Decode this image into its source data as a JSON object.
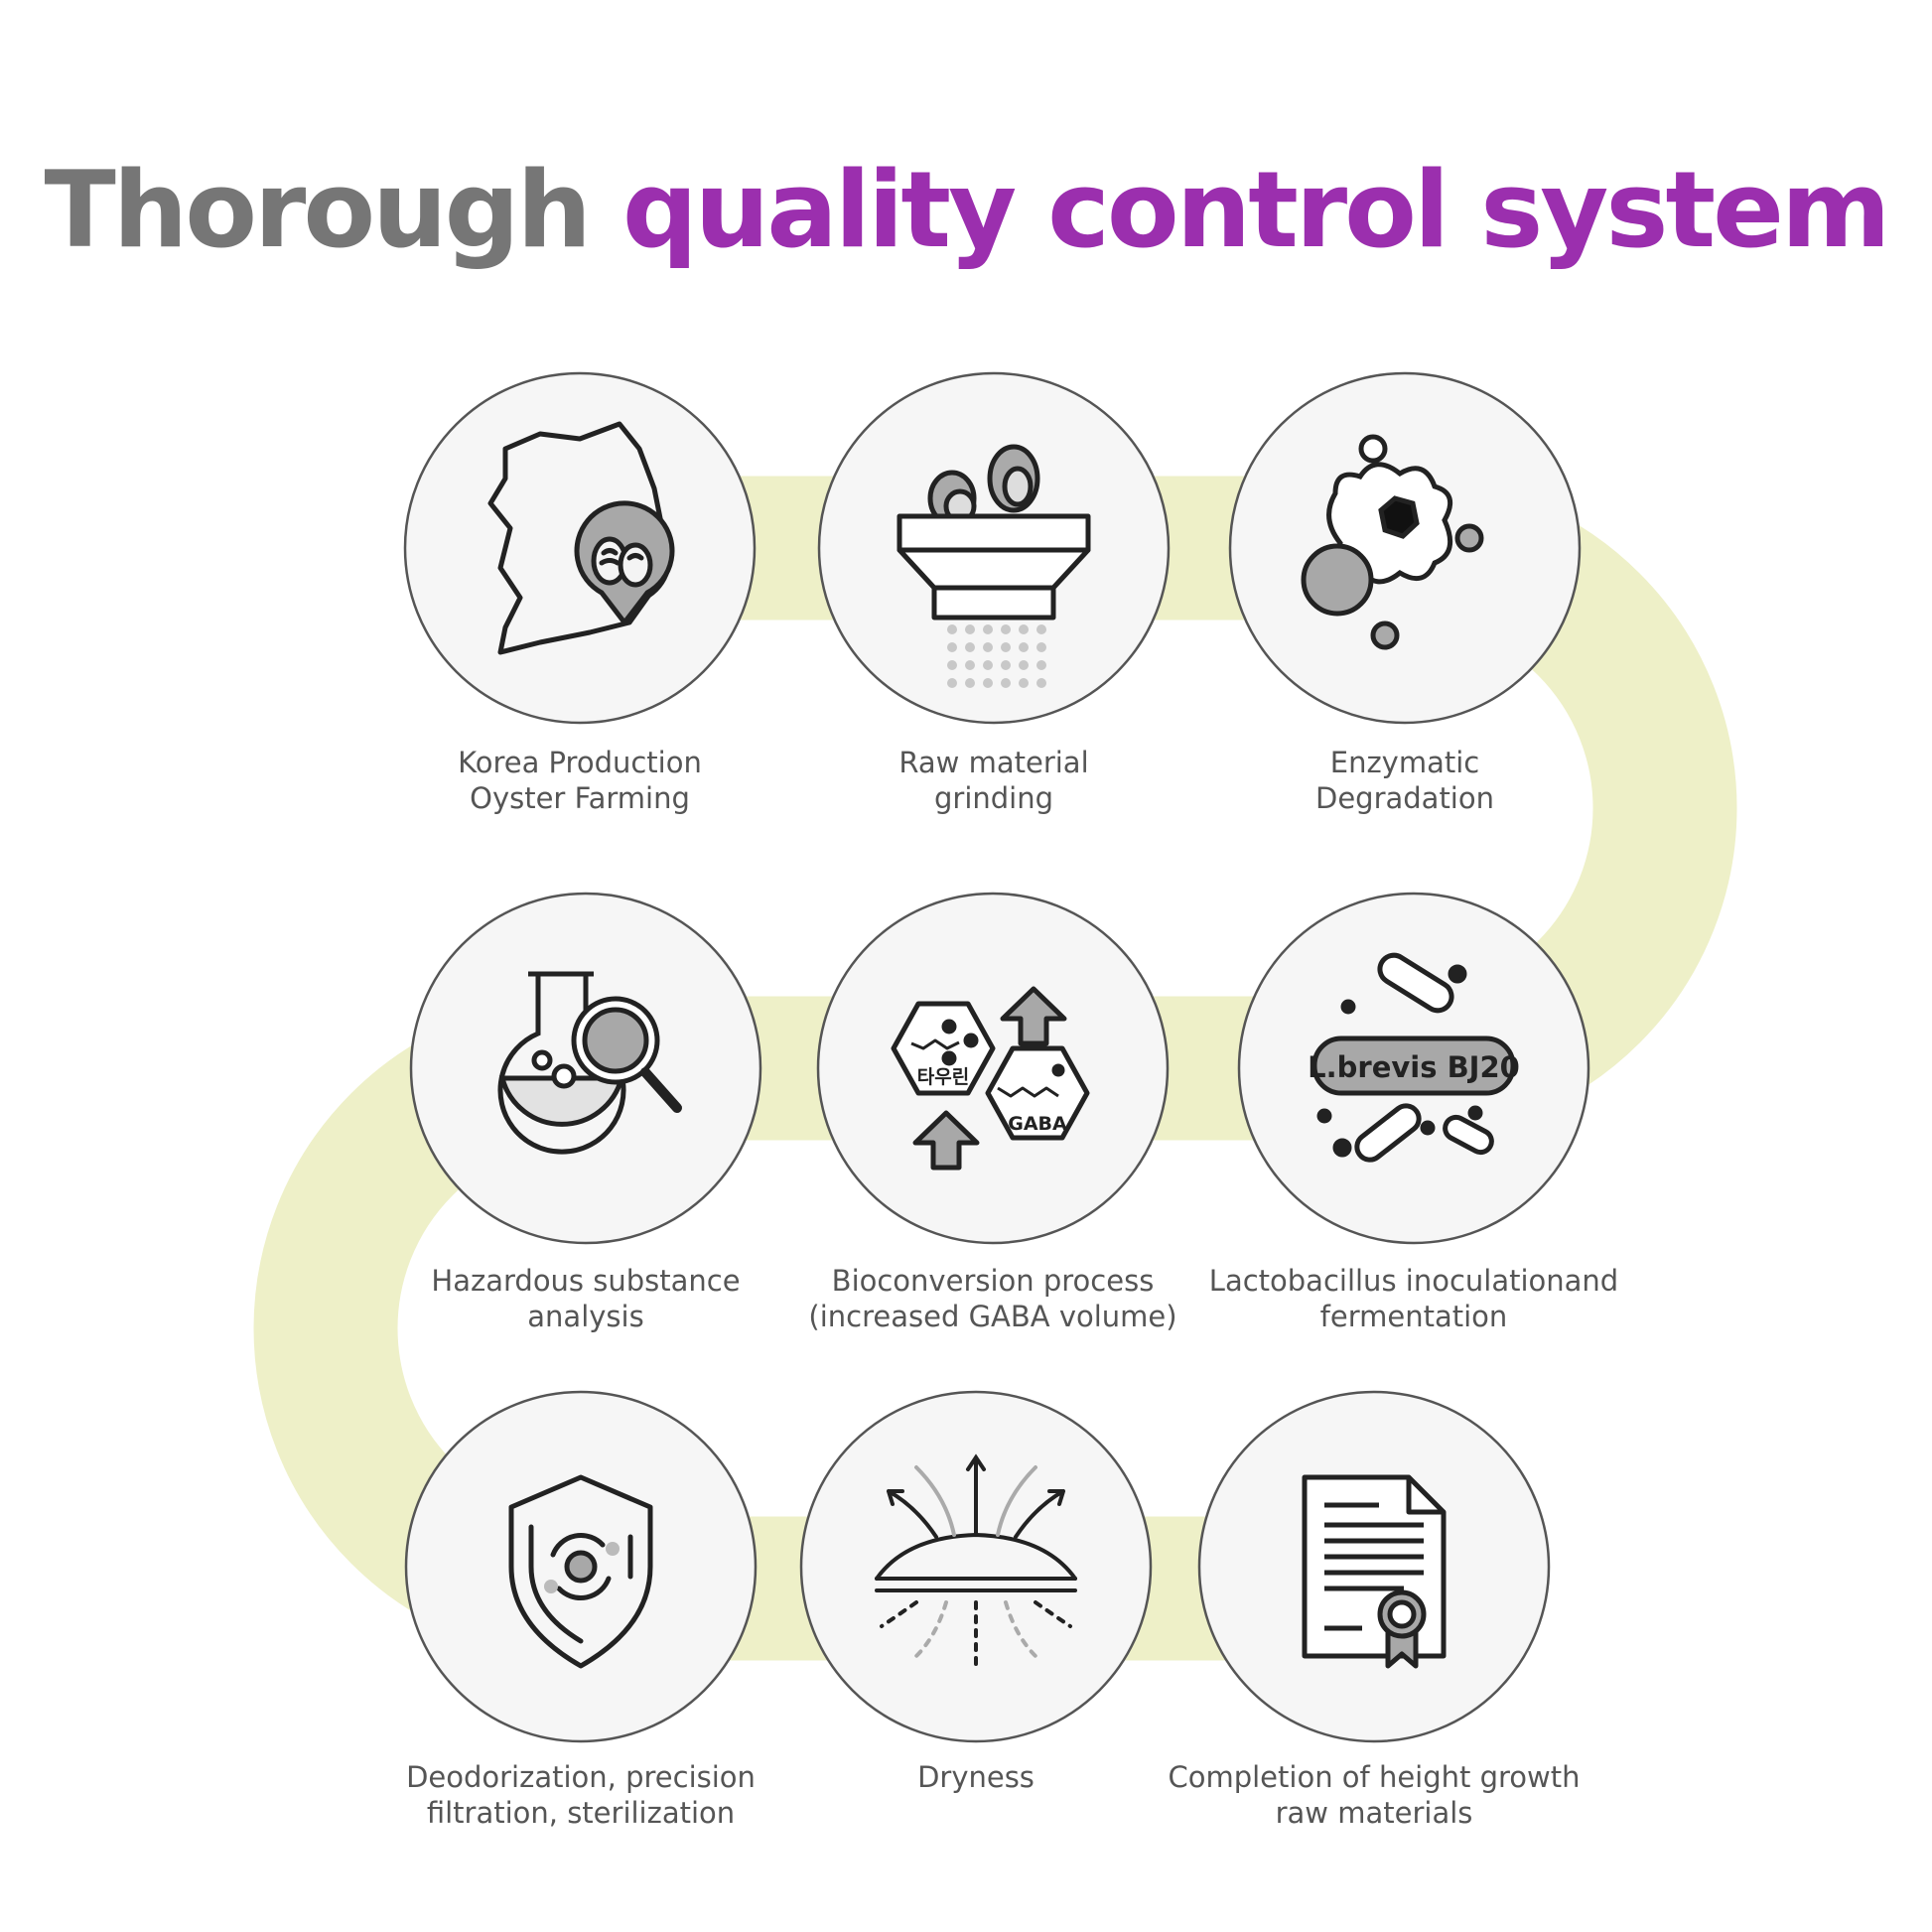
{
  "title": {
    "part1": "Thorough",
    "part2": "quality control system"
  },
  "colors": {
    "title_gray": "#767676",
    "accent_purple": "#9b2fae",
    "path": "#eef0c8",
    "circle_fill": "#f6f6f6",
    "circle_stroke": "#555555"
  },
  "steps": [
    {
      "line1": "Korea Production",
      "line2": "Oyster Farming",
      "icon": "korea-oyster-map-icon"
    },
    {
      "line1": "Raw material",
      "line2": "grinding",
      "icon": "grinder-icon"
    },
    {
      "line1": "Enzymatic",
      "line2": "Degradation",
      "icon": "enzyme-icon"
    },
    {
      "line1": "Hazardous substance",
      "line2": "analysis",
      "icon": "flask-magnifier-icon"
    },
    {
      "line1": "Bioconversion process",
      "line2": "(increased GABA volume)",
      "icon": "molecule-hexagon-icon",
      "hex_label_1": "타우린",
      "hex_label_2": "GABA"
    },
    {
      "line1": "Lactobacillus inoculationand",
      "line2": "fermentation",
      "icon": "bacteria-icon",
      "capsule_label": "L.brevis BJ20"
    },
    {
      "line1": "Deodorization, precision",
      "line2": "filtration, sterilization",
      "icon": "shield-icon"
    },
    {
      "line1": "Dryness",
      "line2": "",
      "icon": "drying-icon"
    },
    {
      "line1": "Completion of height growth",
      "line2": "raw materials",
      "icon": "certificate-icon"
    }
  ]
}
